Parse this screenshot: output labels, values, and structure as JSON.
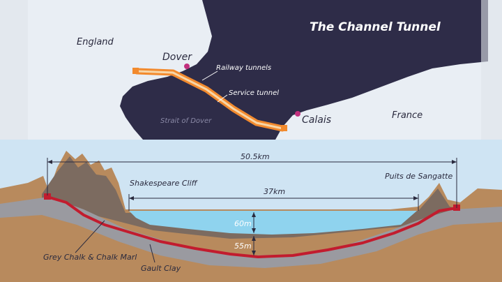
{
  "title": "The Channel Tunnel",
  "map": {
    "england": "England",
    "france": "France",
    "dover": "Dover",
    "calais": "Calais",
    "strait": "Strait of Dover",
    "railway_tunnels": "Railway tunnels",
    "service_tunnel": "Service tunnel"
  },
  "section": {
    "total_length": "50.5km",
    "sea_length": "37km",
    "shakespeare_cliff": "Shakespeare Cliff",
    "puits": "Puits de Sangatte",
    "sea_depth": "60m",
    "tunnel_depth": "55m",
    "chalk": "Grey Chalk & Chalk Marl",
    "gault": "Gault Clay"
  },
  "colors": {
    "sea_dark": "#2e2c48",
    "land_light": "#e9eef4",
    "sky": "#cfe4f3",
    "water": "#8fd3ee",
    "rock_brown": "#b88a5d",
    "rock_dark": "#7c6b60",
    "chalk_grey": "#9a9aa0",
    "tunnel_red": "#c21c2e",
    "tunnel_orange": "#f28a2e",
    "point_magenta": "#c2307e"
  }
}
